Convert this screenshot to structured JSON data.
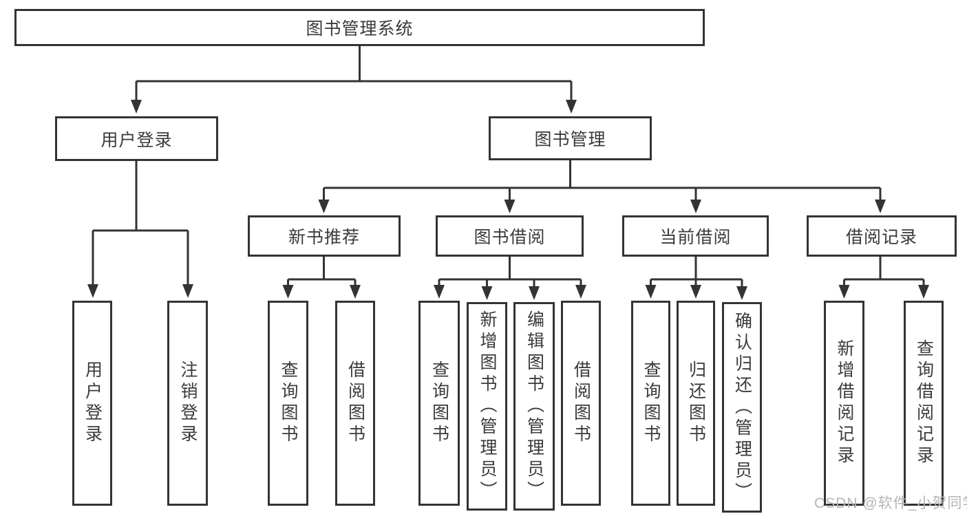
{
  "diagram": {
    "root": {
      "label": "图书管理系统"
    },
    "level2": {
      "user_login": {
        "label": "用户登录"
      },
      "book_management": {
        "label": "图书管理"
      }
    },
    "level3": {
      "new_book_recommendation": {
        "label": "新书推荐"
      },
      "book_borrowing": {
        "label": "图书借阅"
      },
      "current_borrowing": {
        "label": "当前借阅"
      },
      "borrowing_records": {
        "label": "借阅记录"
      }
    },
    "level4": {
      "user_login": {
        "label": "用户登录"
      },
      "logout": {
        "label": "注销登录"
      },
      "recommend_query_books": {
        "label": "查询图书"
      },
      "recommend_borrow_books": {
        "label": "借阅图书"
      },
      "borrowing_query_books": {
        "label": "查询图书"
      },
      "borrowing_add_books_admin": {
        "label": "新增图书（管理员）"
      },
      "borrowing_edit_books_admin": {
        "label": "编辑图书（管理员）"
      },
      "borrowing_borrow_books": {
        "label": "借阅图书"
      },
      "current_query_books": {
        "label": "查询图书"
      },
      "current_return_books": {
        "label": "归还图书"
      },
      "current_confirm_return_admin": {
        "label": "确认归还（管理员）"
      },
      "records_add_record": {
        "label": "新增借阅记录"
      },
      "records_query_record": {
        "label": "查询借阅记录"
      }
    }
  },
  "watermark": {
    "text": "CSDN @软件_小贺同学"
  },
  "colors": {
    "line": "#333333",
    "text": "#3a3a3a",
    "background": "#ffffff",
    "watermark": "#b5b5b5"
  }
}
